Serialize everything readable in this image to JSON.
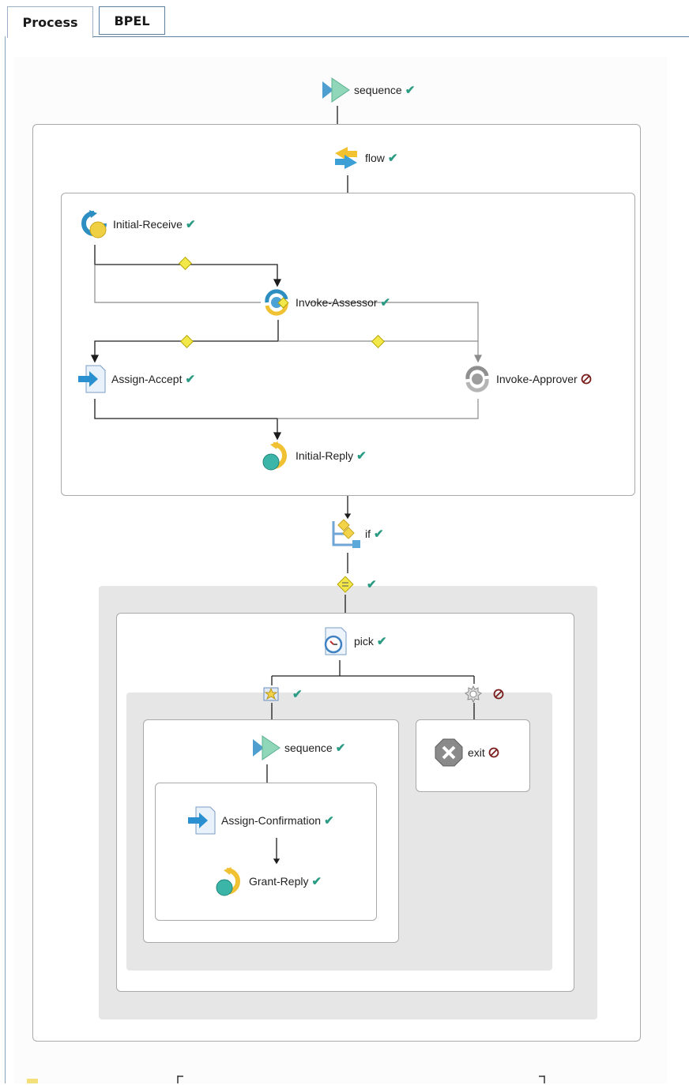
{
  "tabs": {
    "process": "Process",
    "bpel": "BPEL"
  },
  "nodes": {
    "sequence_top": "sequence",
    "flow": "flow",
    "initial_receive": "Initial-Receive",
    "invoke_assessor": "Invoke-Assessor",
    "assign_accept": "Assign-Accept",
    "invoke_approver": "Invoke-Approver",
    "initial_reply": "Initial-Reply",
    "if": "if",
    "pick": "pick",
    "sequence_inner": "sequence",
    "exit": "exit",
    "assign_confirmation": "Assign-Confirmation",
    "grant_reply": "Grant-Reply"
  },
  "status": {
    "ok": "✔",
    "sequence_top": "ok",
    "flow": "ok",
    "initial_receive": "ok",
    "invoke_assessor": "ok",
    "assign_accept": "ok",
    "invoke_approver": "disabled",
    "initial_reply": "ok",
    "if": "ok",
    "if_condition": "ok",
    "pick": "ok",
    "on_message": "ok",
    "on_alarm": "disabled",
    "sequence_inner": "ok",
    "exit": "disabled",
    "assign_confirmation": "ok",
    "grant_reply": "ok"
  },
  "colors": {
    "check": "#2b9b84",
    "link_active": "#1c1c1c",
    "link_gray": "#8c8c8c",
    "diamond": "#f3e84a",
    "region": "#e6e6e6"
  },
  "icons": {
    "sequence": "sequence-icon",
    "flow": "flow-icon",
    "receive": "receive-icon",
    "invoke": "invoke-icon",
    "assign": "assign-icon",
    "reply": "reply-icon",
    "if": "if-icon",
    "pick": "pick-icon",
    "exit": "exit-icon"
  }
}
